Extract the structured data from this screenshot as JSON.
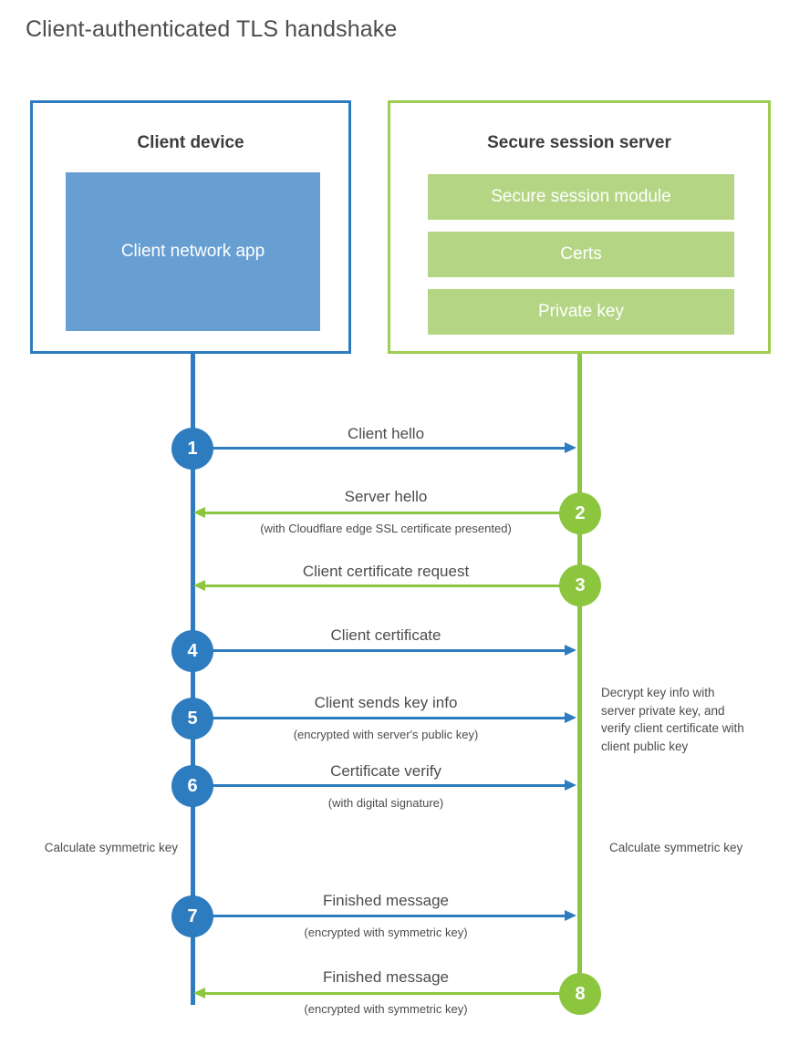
{
  "title": "Client-authenticated TLS handshake",
  "colors": {
    "client_accent": "#2e7cc0",
    "client_app_fill": "#679fd2",
    "server_accent": "#8cc63f",
    "server_box_border": "#9fcd52",
    "server_bar_fill": "#b4d684",
    "text": "#4c4c4c",
    "background": "#ffffff"
  },
  "client": {
    "title": "Client device",
    "app_label": "Client network app"
  },
  "server": {
    "title": "Secure session server",
    "bars": [
      {
        "label": "Secure session module"
      },
      {
        "label": "Certs"
      },
      {
        "label": "Private key"
      }
    ]
  },
  "steps": [
    {
      "number": "1",
      "label": "Client hello",
      "sublabel": "",
      "direction": "client-to-server",
      "origin": "client"
    },
    {
      "number": "2",
      "label": "Server hello",
      "sublabel": "(with Cloudflare edge SSL certificate presented)",
      "direction": "server-to-client",
      "origin": "server"
    },
    {
      "number": "3",
      "label": "Client certificate request",
      "sublabel": "",
      "direction": "server-to-client",
      "origin": "server"
    },
    {
      "number": "4",
      "label": "Client certificate",
      "sublabel": "",
      "direction": "client-to-server",
      "origin": "client"
    },
    {
      "number": "5",
      "label": "Client sends key info",
      "sublabel": "(encrypted with server's public key)",
      "direction": "client-to-server",
      "origin": "client"
    },
    {
      "number": "6",
      "label": "Certificate verify",
      "sublabel": "(with digital signature)",
      "direction": "client-to-server",
      "origin": "client"
    },
    {
      "number": "7",
      "label": "Finished message",
      "sublabel": "(encrypted with symmetric key)",
      "direction": "client-to-server",
      "origin": "client"
    },
    {
      "number": "8",
      "label": "Finished message",
      "sublabel": "(encrypted with symmetric key)",
      "direction": "server-to-client",
      "origin": "server"
    }
  ],
  "notes": {
    "server_decrypt": "Decrypt key info with server private key, and verify client certificate with client public key",
    "client_calculate": "Calculate symmetric key",
    "server_calculate": "Calculate symmetric key"
  }
}
